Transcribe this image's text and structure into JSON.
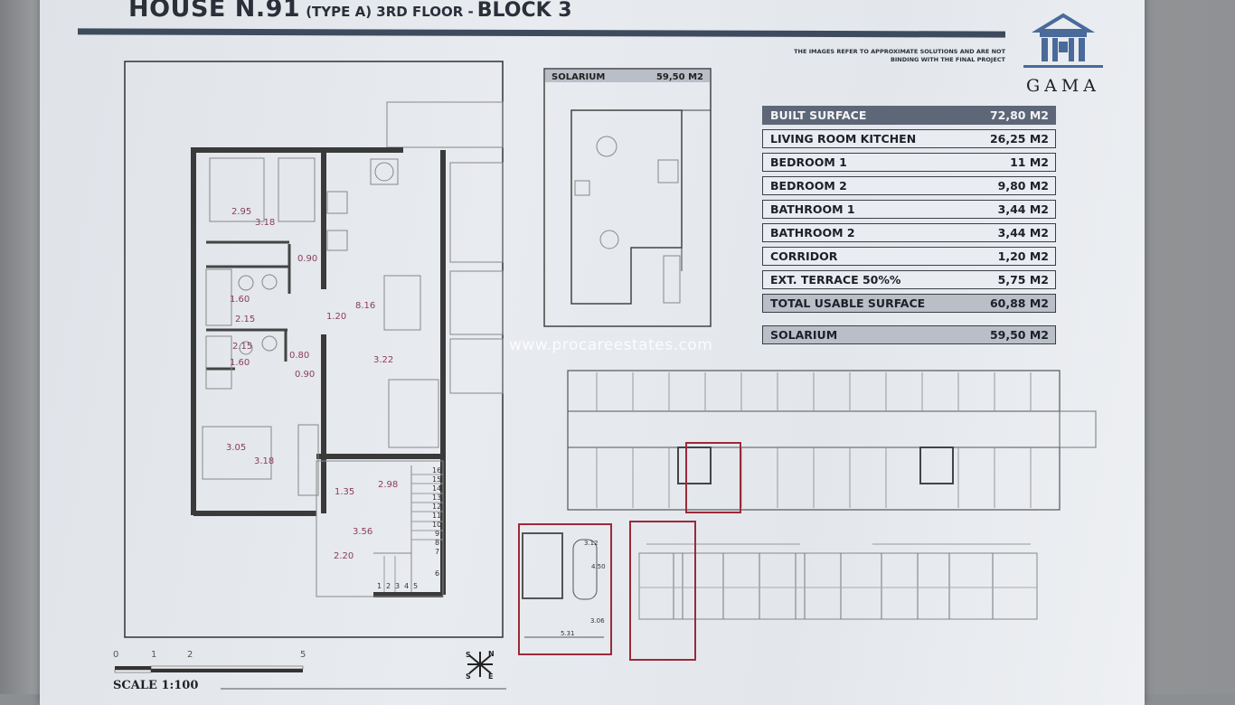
{
  "header": {
    "title": "HOUSE N.91",
    "subtitle": "(TYPE A) 3RD FLOOR -",
    "block": "BLOCK 3",
    "disclaimer_line1": "THE IMAGES REFER TO APPROXIMATE SOLUTIONS AND ARE NOT",
    "disclaimer_line2": "BINDING WITH THE FINAL PROJECT"
  },
  "logo": {
    "text": "GAMA",
    "color": "#4a6a9a"
  },
  "surfaces": {
    "built": {
      "label": "BUILT SURFACE",
      "value": "72,80 M2"
    },
    "rooms": [
      {
        "label": "LIVING ROOM KITCHEN",
        "value": "26,25 M2"
      },
      {
        "label": "BEDROOM 1",
        "value": "11 M2"
      },
      {
        "label": "BEDROOM 2",
        "value": "9,80 M2"
      },
      {
        "label": "BATHROOM 1",
        "value": "3,44 M2"
      },
      {
        "label": "BATHROOM 2",
        "value": "3,44 M2"
      },
      {
        "label": "CORRIDOR",
        "value": "1,20 M2"
      },
      {
        "label": "EXT. TERRACE 50%%",
        "value": "5,75 M2"
      }
    ],
    "total": {
      "label": "TOTAL USABLE SURFACE",
      "value": "60,88 M2"
    },
    "solarium": {
      "label": "SOLARIUM",
      "value": "59,50 M2"
    }
  },
  "solarium_plan": {
    "label": "SOLARIUM",
    "value": "59,50 M2"
  },
  "watermark": "www.procareestates.com",
  "floor_plan": {
    "dims": {
      "bed1_a": "2.95",
      "bed1_b": "3.18",
      "door1": "0.90",
      "bath1_a": "1.60",
      "bath1_b": "2.15",
      "corridor": "1.20",
      "living_len": "8.16",
      "bath2_a": "2.15",
      "door2": "0.80",
      "door3": "0.90",
      "bath2_b": "1.60",
      "living_w": "3.22",
      "bed2_a": "3.05",
      "bed2_b": "3.18",
      "terrace_w": "2.98",
      "terrace_a": "1.35",
      "terrace_b": "3.56",
      "terrace_c": "2.20"
    },
    "stairs": [
      "1",
      "2",
      "3",
      "4",
      "5",
      "6",
      "7",
      "8",
      "9",
      "10",
      "11",
      "12",
      "13",
      "14",
      "15",
      "16"
    ]
  },
  "parking_plan": {
    "dims": [
      "3.12",
      "4.50",
      "3.06",
      "5.31"
    ]
  },
  "highlight_color": "#9b2a3a",
  "scale": {
    "label": "SCALE 1:100",
    "ticks": [
      "0",
      "1",
      "2",
      "5"
    ]
  },
  "compass": {
    "letters": [
      "S",
      "N",
      "E",
      "S"
    ]
  }
}
